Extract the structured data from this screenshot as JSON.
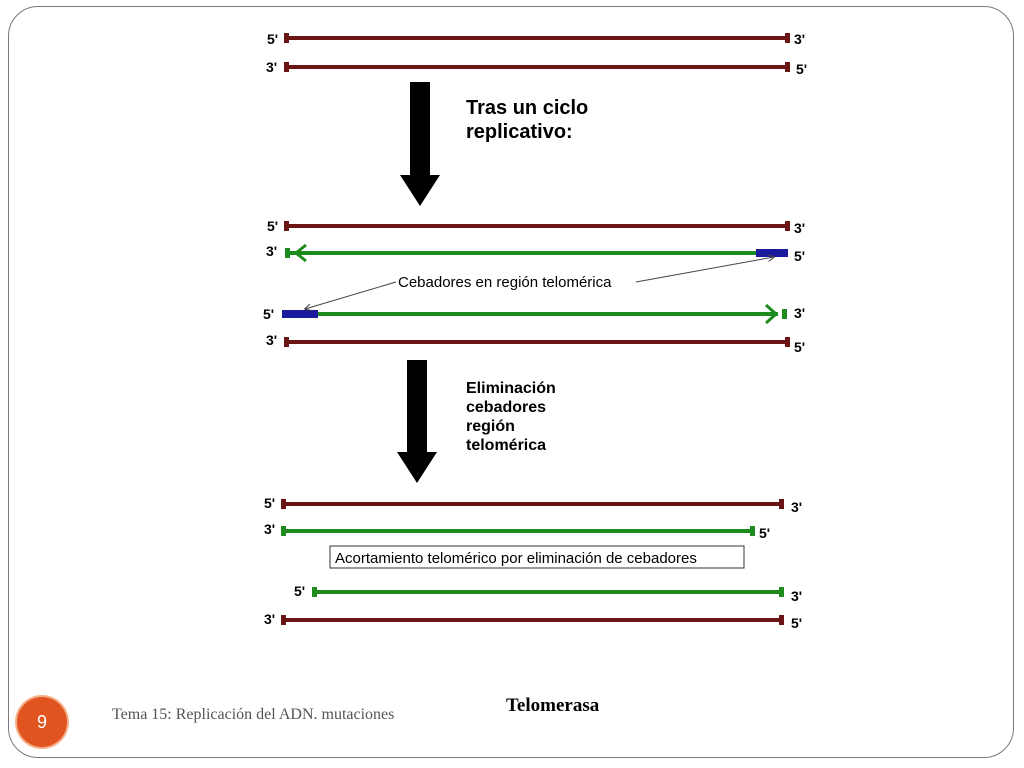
{
  "slide": {
    "page_number": "9",
    "footer": "Tema 15: Replicación del ADN. mutaciones",
    "caption": "Telomerasa"
  },
  "diagram": {
    "colors": {
      "parental": "#6b1414",
      "new_strand": "#1c8a1c",
      "primer": "#1a1a9c",
      "arrow": "#000000"
    },
    "step1_label": [
      "Tras un ciclo",
      "replicativo:"
    ],
    "primer_note": "Cebadores en región telomérica",
    "step2_label": [
      "Eliminación",
      "cebadores",
      "región",
      "telomérica"
    ],
    "shortening_note": "Acortamiento telomérico por eliminación de cebadores",
    "end_labels": {
      "s1_top_left": "5'",
      "s1_top_right": "3'",
      "s1_bot_left": "3'",
      "s1_bot_right": "5'",
      "s2_a_left": "5'",
      "s2_a_right": "3'",
      "s2_b_left": "3'",
      "s2_b_right": "5'",
      "s2_c_left": "5'",
      "s2_c_right": "3'",
      "s2_d_left": "3'",
      "s2_d_right": "5'",
      "s3_a_left": "5'",
      "s3_a_right": "3'",
      "s3_b_left": "3'",
      "s3_b_right": "5'",
      "s3_c_left": "5'",
      "s3_c_right": "3'",
      "s3_d_left": "3'",
      "s3_d_right": "5'"
    }
  }
}
